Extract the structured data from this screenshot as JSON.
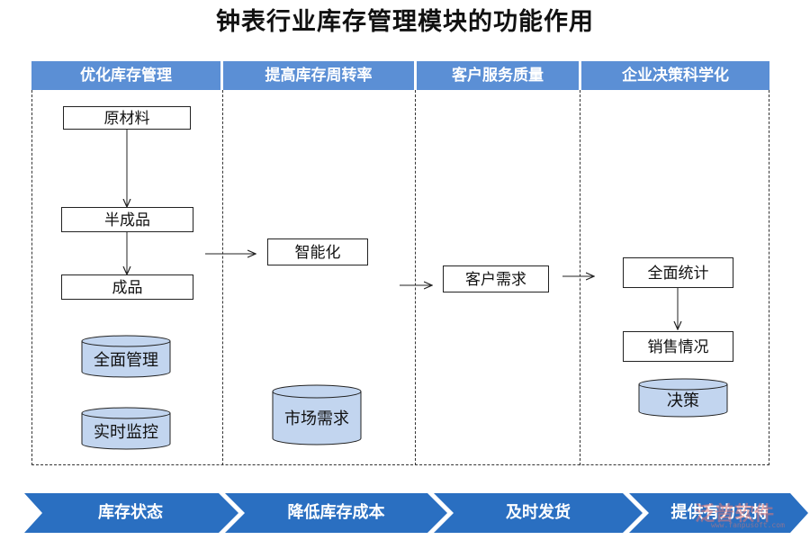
{
  "title": "钟表行业库存管理模块的功能作用",
  "columns": [
    {
      "label": "优化库存管理"
    },
    {
      "label": "提高库存周转率"
    },
    {
      "label": "客户服务质量"
    },
    {
      "label": "企业决策科学化"
    }
  ],
  "boxes": {
    "raw_material": "原材料",
    "semi_finished": "半成品",
    "finished": "成品",
    "intelligent": "智能化",
    "customer_demand": "客户需求",
    "full_stats": "全面统计",
    "sales": "销售情况"
  },
  "cylinders": {
    "full_management": "全面管理",
    "realtime_monitor": "实时监控",
    "market_demand": "市场需求",
    "decision": "决策"
  },
  "bottom_steps": [
    {
      "label": "库存状态"
    },
    {
      "label": "降低库存成本"
    },
    {
      "label": "及时发货"
    },
    {
      "label": "提供有力支持"
    }
  ],
  "watermark": {
    "text": "泛普软件",
    "sub": "www.fanpusoft.com"
  },
  "colors": {
    "header": "#5b8fd5",
    "chevron": "#2a6fc1",
    "cylinder_fill": "#c2d5ef"
  }
}
